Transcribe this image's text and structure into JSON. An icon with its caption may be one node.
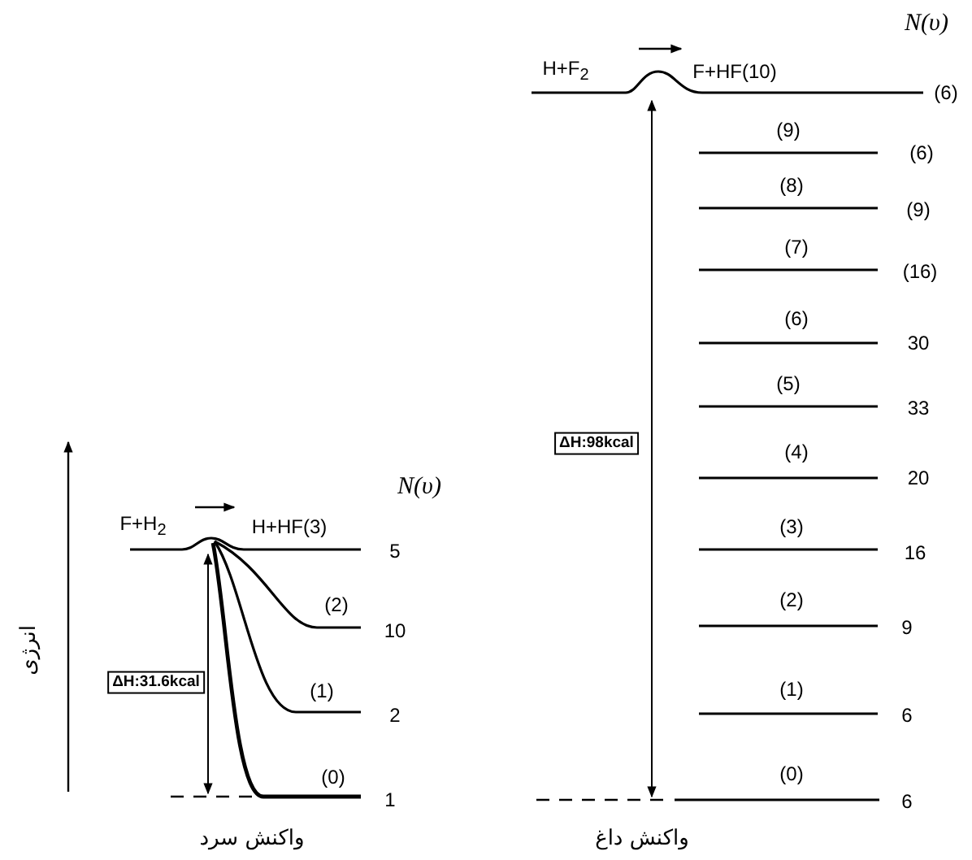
{
  "diagram": {
    "nodes": [
      {
        "text": [
          "ΔH:98kcal"
        ]
      },
      {
        "text": [
          "ΔH:31.6kcal"
        ]
      }
    ],
    "edges": [],
    "labels": [
      "N(υ)",
      "H+F$_{2}$",
      "F+HF(10)",
      "(6)",
      "(9)",
      "(6)",
      "(8)",
      "(9)",
      "(7)",
      "(16)",
      "(6)",
      "30",
      "(5)",
      "33",
      "(4)",
      "20",
      "N(υ)",
      "F+H$_{2}$",
      "H+HF(3)",
      "5",
      "(3)",
      "16",
      "(2)",
      "10",
      "(2)",
      "9",
      "انرژی",
      "(1)",
      "2",
      "(1)",
      "6",
      "(0)",
      "1",
      "(0)",
      "6",
      "واکنش سرد",
      "واکنش داغ"
    ]
  }
}
